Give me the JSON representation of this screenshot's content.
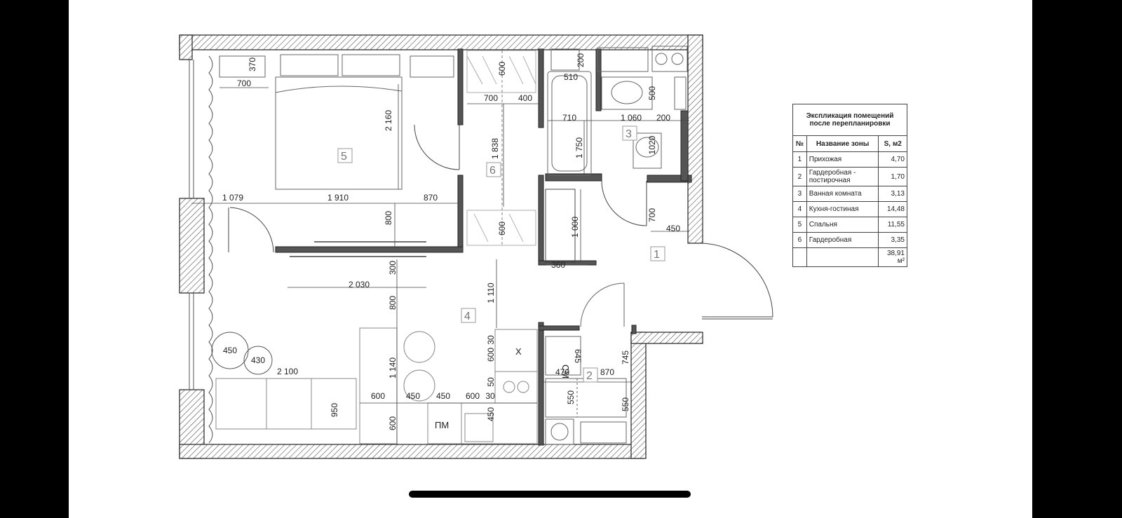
{
  "legend": {
    "title": "Экспликация помещений после перепланировки",
    "col_num": "№",
    "col_name": "Название зоны",
    "col_area": "S, м2",
    "rows": [
      {
        "num": "1",
        "name": "Прихожая",
        "area": "4,70"
      },
      {
        "num": "2",
        "name": "Гардеробная - постирочная",
        "area": "1,70"
      },
      {
        "num": "3",
        "name": "Ванная комната",
        "area": "3,13"
      },
      {
        "num": "4",
        "name": "Кухня-гостиная",
        "area": "14,48"
      },
      {
        "num": "5",
        "name": "Спальня",
        "area": "11,55"
      },
      {
        "num": "6",
        "name": "Гардеробная",
        "area": "3,35"
      }
    ],
    "total": "38,91 м²"
  },
  "rooms": [
    "1",
    "2",
    "3",
    "4",
    "5",
    "6"
  ],
  "labels": {
    "washer": "СМ",
    "dishwasher": "ПМ",
    "cross": "Х"
  },
  "dims": {
    "d370": "370",
    "d700a": "700",
    "d2160": "2 160",
    "d1079": "1 079",
    "d1910": "1 910",
    "d870a": "870",
    "d800a": "800",
    "d600a": "600",
    "d700b": "700",
    "d400": "400",
    "d1838": "1 838",
    "d600b": "600",
    "d200a": "200",
    "d510": "510",
    "d500": "500",
    "d710": "710",
    "d1060": "1 060",
    "d200b": "200",
    "d1750": "1 750",
    "d1020": "1020",
    "d700c": "700",
    "d450a": "450",
    "d1000": "1 000",
    "d360": "360",
    "d300": "300",
    "d2030": "2 030",
    "d1110": "1 110",
    "d800b": "800",
    "d450b": "450",
    "d430": "430",
    "d2100": "2 100",
    "d1140": "1 140",
    "d600c": "600",
    "d30a": "30",
    "d50": "50",
    "d600d": "600",
    "d450c": "450",
    "d450d": "450",
    "d600e": "600",
    "d30b": "30",
    "d950": "950",
    "d600f": "600",
    "d450e": "450",
    "d645": "645",
    "d470": "470",
    "d870b": "870",
    "d745": "745",
    "d550a": "550",
    "d550b": "550"
  }
}
